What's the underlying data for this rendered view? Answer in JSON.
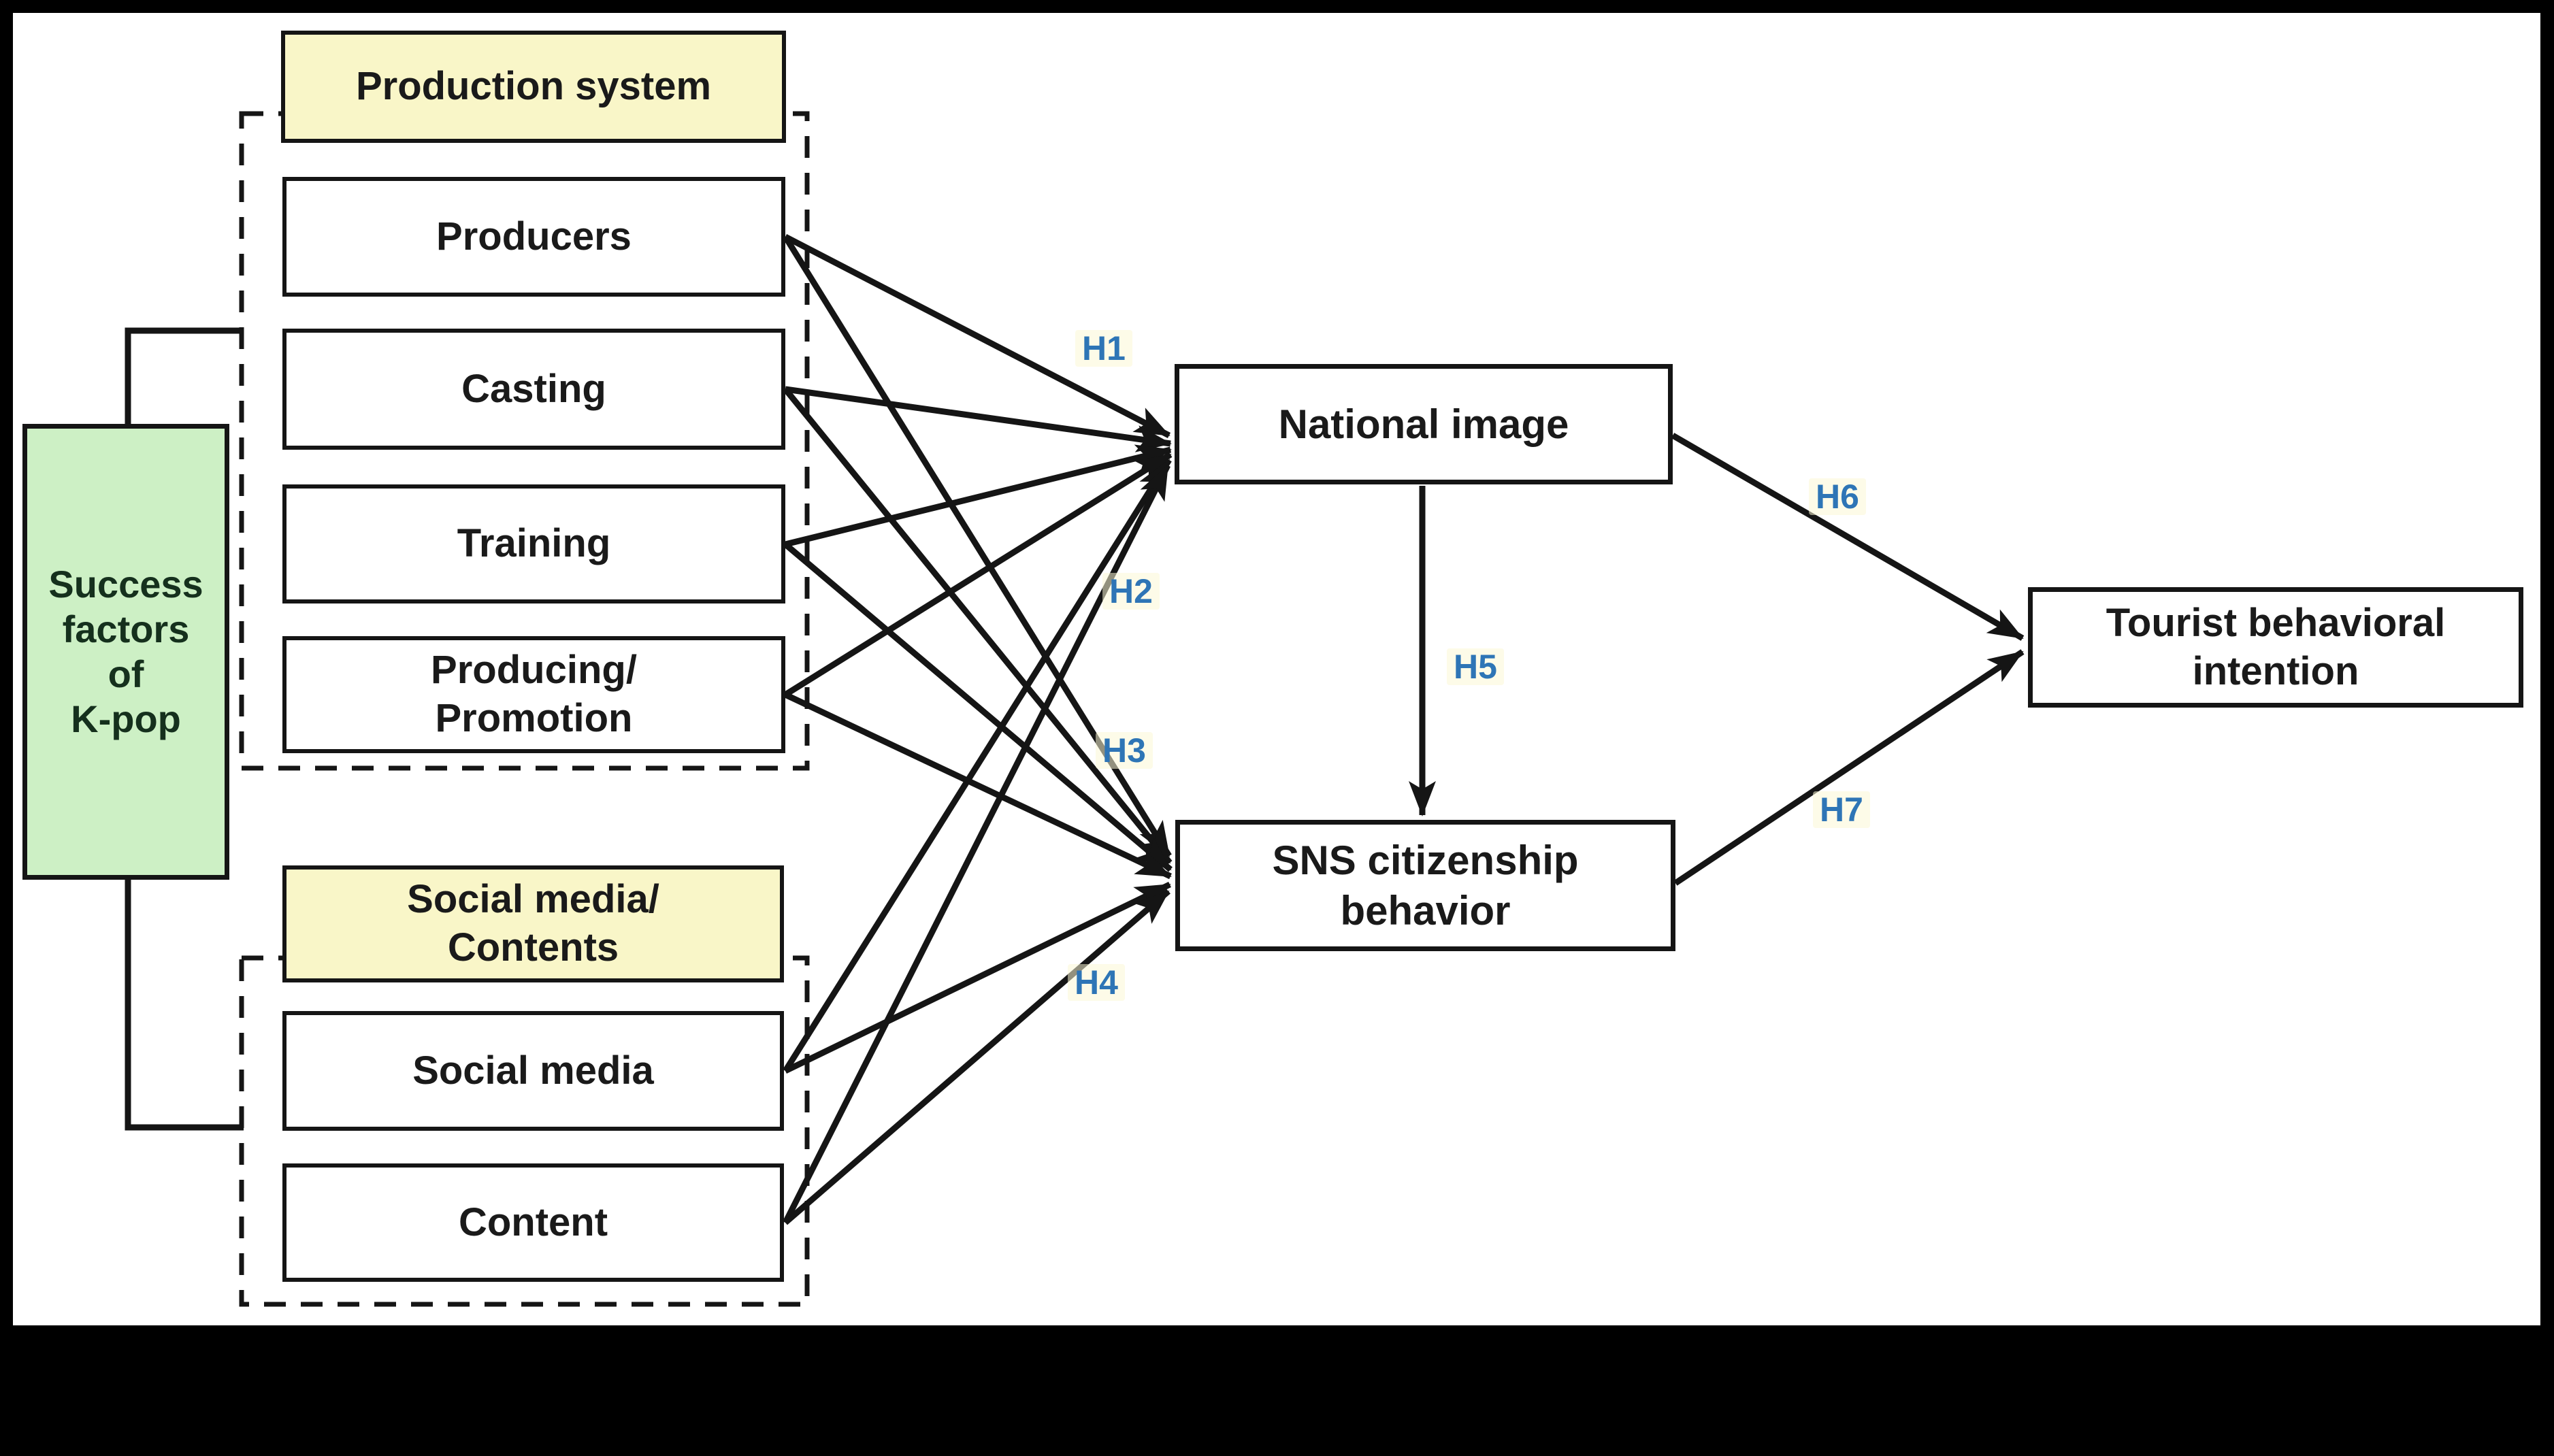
{
  "colors": {
    "frame_bg": "#000000",
    "canvas_bg": "#ffffff",
    "line": "#151515",
    "box_border": "#151515",
    "green_fill": "#cdf0c5",
    "green_text": "#15301d",
    "yellow_fill": "#f9f6c8",
    "blue_label": "#2e75b6"
  },
  "nodes": {
    "success": {
      "lines": [
        "Success",
        "factors",
        "of",
        "K-pop"
      ]
    },
    "production_system": {
      "label": "Production system"
    },
    "producers": {
      "label": "Producers"
    },
    "casting": {
      "label": "Casting"
    },
    "training": {
      "label": "Training"
    },
    "producing_promotion": {
      "lines": [
        "Producing/",
        "Promotion"
      ]
    },
    "social_media_contents": {
      "lines": [
        "Social media/",
        "Contents"
      ]
    },
    "social_media": {
      "label": "Social media"
    },
    "content": {
      "label": "Content"
    },
    "national_image": {
      "label": "National image"
    },
    "sns_citizenship": {
      "lines": [
        "SNS citizenship",
        "behavior"
      ]
    },
    "tourist_intention": {
      "lines": [
        "Tourist behavioral",
        "intention"
      ]
    }
  },
  "hypothesis_labels": {
    "h1": "H1",
    "h2": "H2",
    "h3": "H3",
    "h4": "H4",
    "h5": "H5",
    "h6": "H6",
    "h7": "H7"
  },
  "groups": [
    {
      "header": "Production system",
      "members": [
        "Producers",
        "Casting",
        "Training",
        "Producing/Promotion"
      ]
    },
    {
      "header": "Social media/Contents",
      "members": [
        "Social media",
        "Content"
      ]
    }
  ],
  "edges": [
    {
      "from": "Producers",
      "to": "National image"
    },
    {
      "from": "Casting",
      "to": "National image"
    },
    {
      "from": "Training",
      "to": "National image"
    },
    {
      "from": "Producing/Promotion",
      "to": "National image"
    },
    {
      "from": "Social media",
      "to": "National image"
    },
    {
      "from": "Content",
      "to": "National image"
    },
    {
      "from": "Producers",
      "to": "SNS citizenship behavior"
    },
    {
      "from": "Casting",
      "to": "SNS citizenship behavior"
    },
    {
      "from": "Training",
      "to": "SNS citizenship behavior"
    },
    {
      "from": "Producing/Promotion",
      "to": "SNS citizenship behavior"
    },
    {
      "from": "Social media",
      "to": "SNS citizenship behavior"
    },
    {
      "from": "Content",
      "to": "SNS citizenship behavior"
    },
    {
      "from": "National image",
      "to": "SNS citizenship behavior",
      "label": "H5"
    },
    {
      "from": "National image",
      "to": "Tourist behavioral intention",
      "label": "H6"
    },
    {
      "from": "SNS citizenship behavior",
      "to": "Tourist behavioral intention",
      "label": "H7"
    }
  ]
}
